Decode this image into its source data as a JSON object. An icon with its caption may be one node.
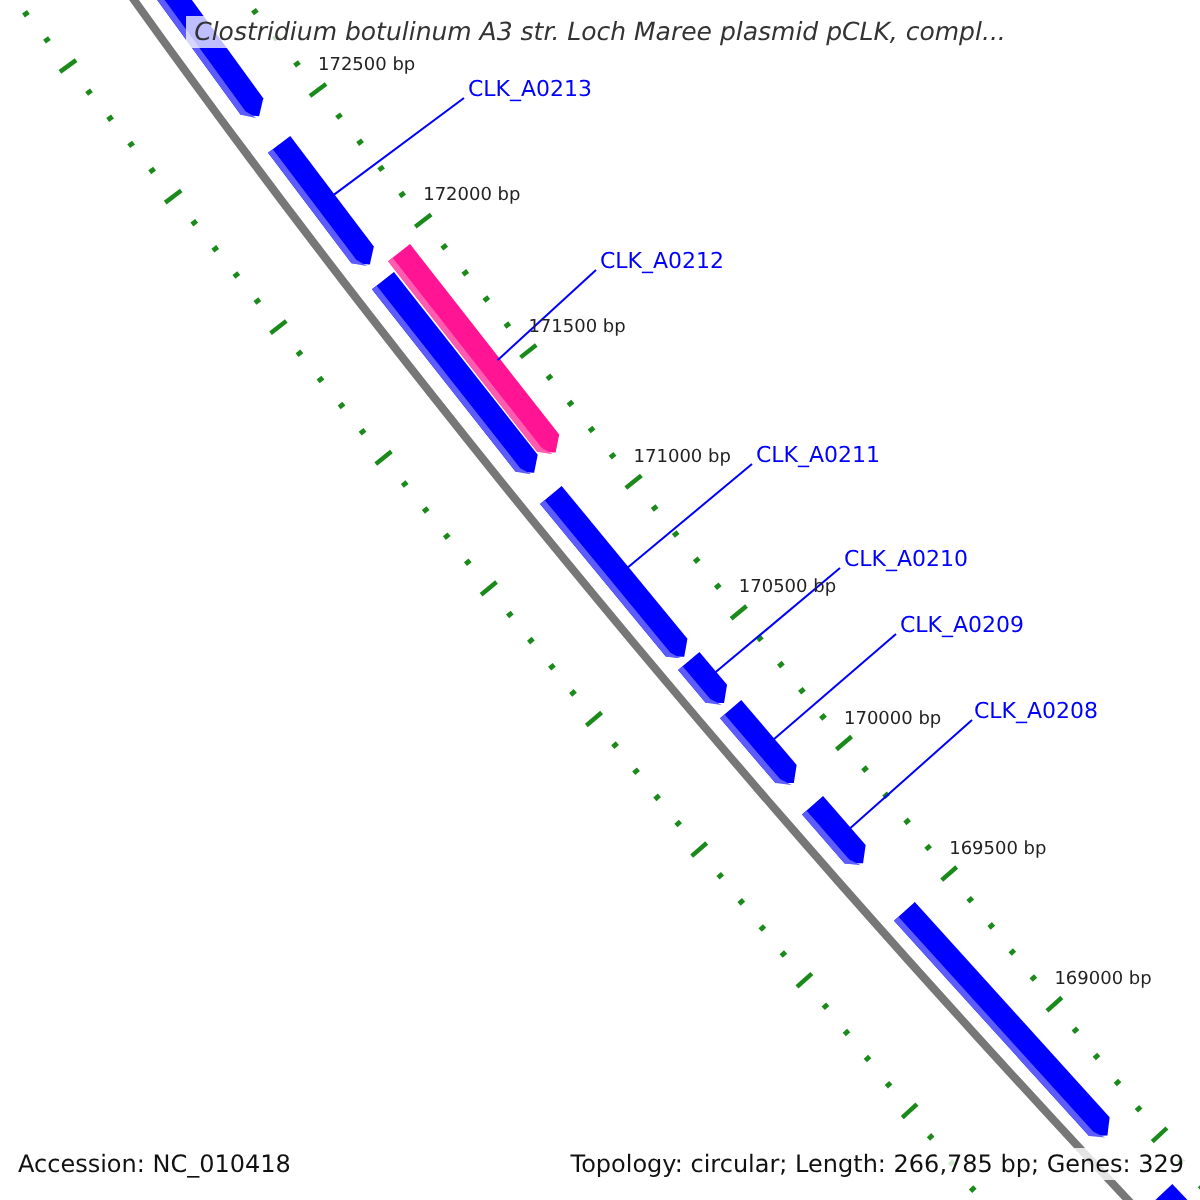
{
  "diagram": {
    "title": "Clostridium botulinum A3 str. Loch Maree plasmid pCLK, compl...",
    "nodes": [
      {
        "text": [
          "CLK_A0213"
        ]
      },
      {
        "text": [
          "CLK_A0212"
        ]
      },
      {
        "text": [
          "CLK_A0211"
        ]
      },
      {
        "text": [
          "CLK_A0210"
        ]
      },
      {
        "text": [
          "CLK_A0209"
        ]
      },
      {
        "text": [
          "CLK_A0208"
        ]
      },
      {
        "text": [],
        "shape": "bar"
      },
      {
        "text": [],
        "shape": "bar"
      },
      {
        "text": [],
        "shape": "bar"
      },
      {
        "text": [],
        "shape": "bar"
      },
      {
        "text": [],
        "shape": "bar"
      },
      {
        "text": [],
        "shape": "bar"
      },
      {
        "text": [],
        "shape": "bar"
      },
      {
        "text": [],
        "shape": "bar"
      },
      {
        "text": [],
        "shape": "bar"
      },
      {
        "text": [],
        "shape": "bar"
      }
    ],
    "edges": [
      {
        "from": 0,
        "to": 7,
        "arrow": "none"
      },
      {
        "from": 1,
        "to": 8,
        "arrow": "none"
      },
      {
        "from": 2,
        "to": 10,
        "arrow": "none"
      },
      {
        "from": 3,
        "to": 11,
        "arrow": "none"
      },
      {
        "from": 4,
        "to": 12,
        "arrow": "none"
      },
      {
        "from": 5,
        "to": 13,
        "arrow": "none"
      }
    ],
    "labels": [
      "172500 bp",
      "172000 bp",
      "171500 bp",
      "171000 bp",
      "170500 bp",
      "170000 bp",
      "169500 bp",
      "169000 bp",
      "Accession: NC_010418",
      "Topology: circular; Length: 266,785 bp; Genes: 329"
    ]
  }
}
